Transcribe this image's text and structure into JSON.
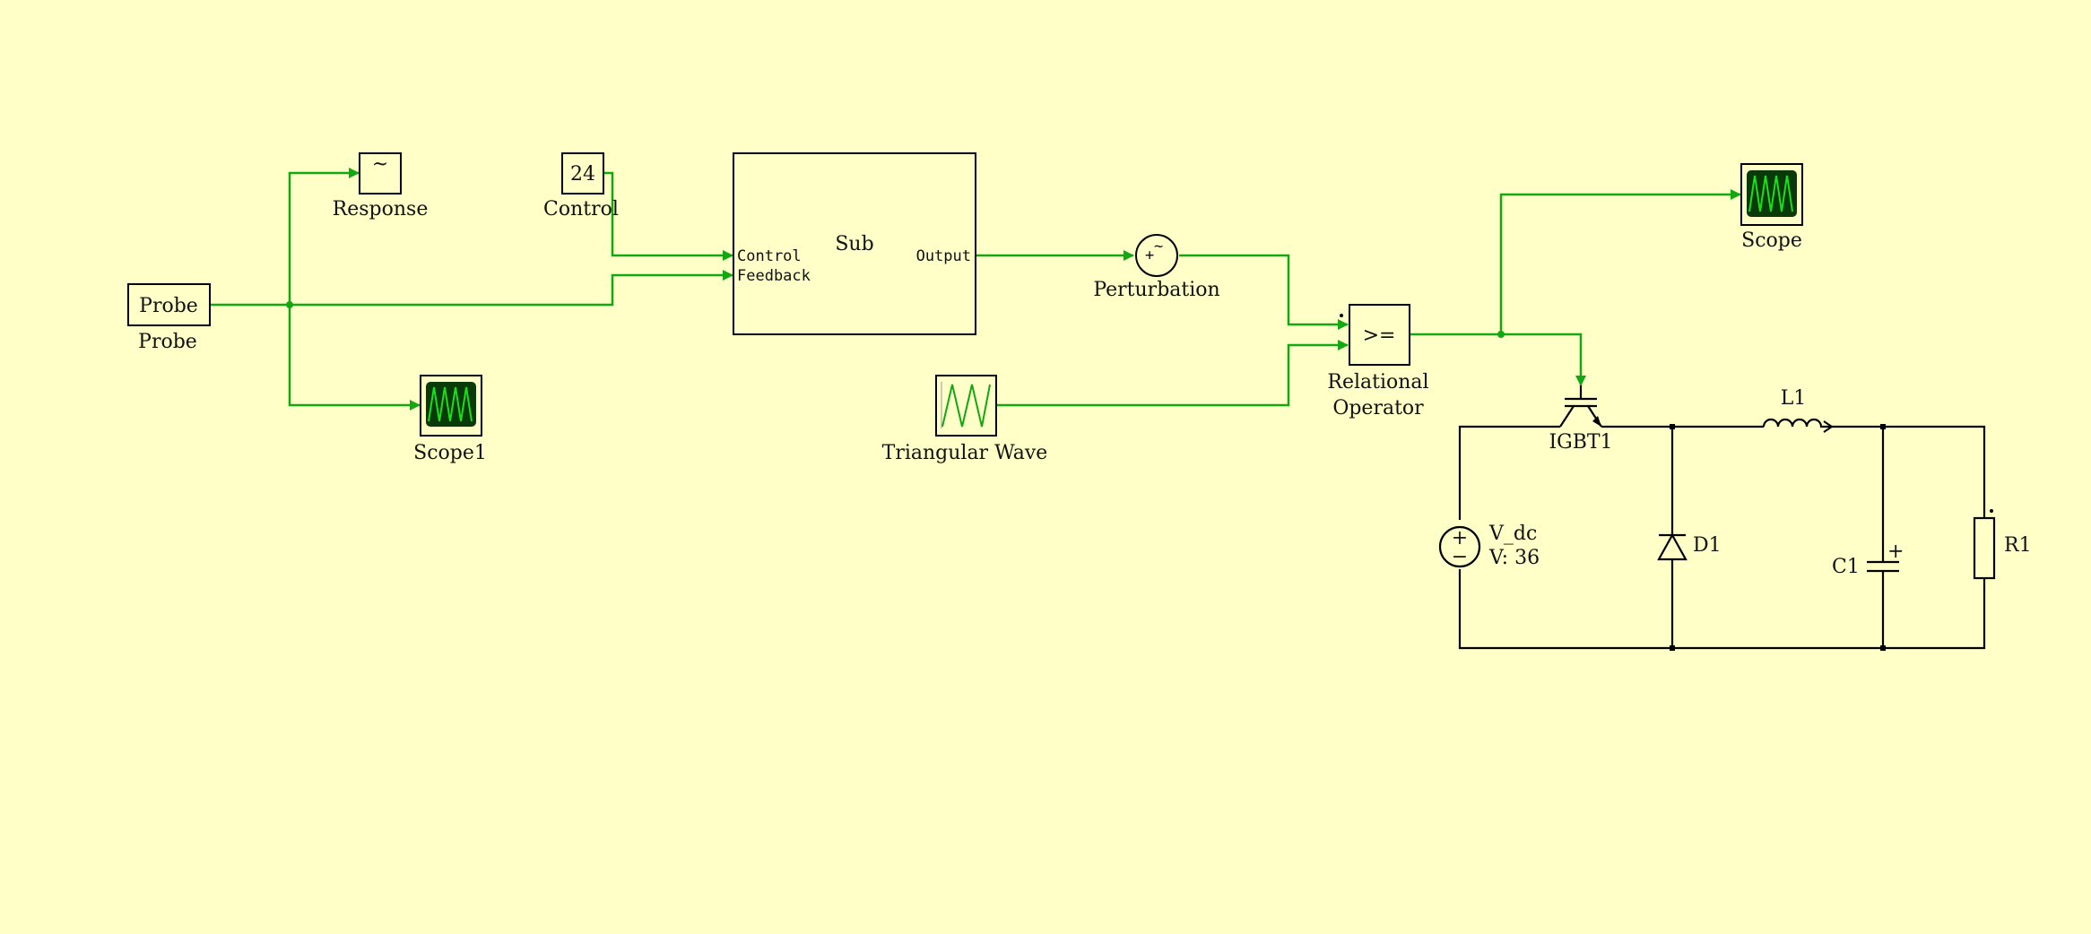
{
  "colors": {
    "background": "#ffffc8",
    "signal": "#13a813",
    "wire": "#000000",
    "scope_screen": "#0a3a0a"
  },
  "blocks": {
    "probe_symbol": "Probe",
    "probe_name": "Probe",
    "response_symbol": "~",
    "response_name": "Response",
    "scope1_name": "Scope1",
    "control_value": "24",
    "control_name": "Control",
    "sub_name": "Sub",
    "sub_in_control": "Control",
    "sub_in_feedback": "Feedback",
    "sub_out_output": "Output",
    "perturbation_name": "Perturbation",
    "triangular_name": "Triangular Wave",
    "relational_symbol": ">=",
    "relational_line1": "Relational",
    "relational_line2": "Operator",
    "scope_name": "Scope"
  },
  "circuit": {
    "igbt_name": "IGBT1",
    "inductor_name": "L1",
    "source_name": "V_dc",
    "source_value": "V: 36",
    "diode_name": "D1",
    "capacitor_name": "C1",
    "resistor_name": "R1"
  }
}
